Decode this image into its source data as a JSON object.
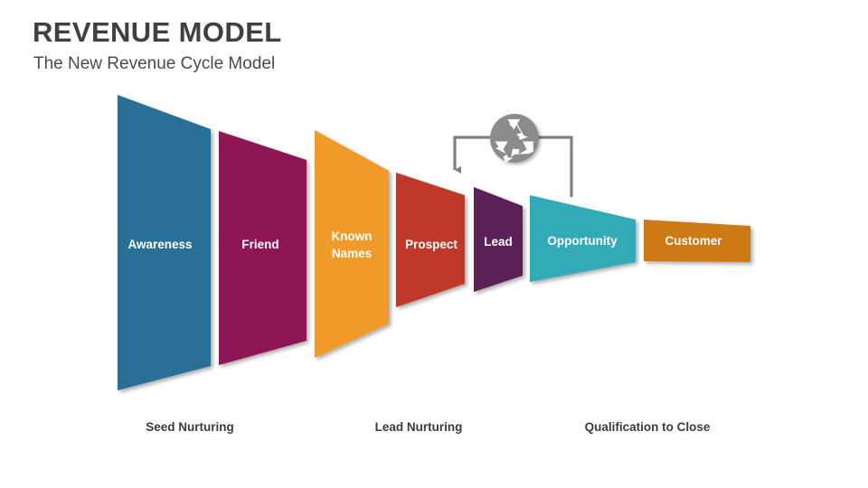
{
  "title": "REVENUE MODEL",
  "subtitle": "The New Revenue Cycle Model",
  "colors": {
    "title": "#404040",
    "subtitle": "#4a4a4a",
    "phase_label": "#3b3b3b",
    "connector": "#808080",
    "recycle_icon": "#8c8c8c",
    "background": "#ffffff"
  },
  "funnel": {
    "stages": [
      {
        "label": "Awareness",
        "color": "#2b7096"
      },
      {
        "label": "Friend",
        "color": "#8e1255"
      },
      {
        "label": "Known",
        "label2": "Names",
        "color": "#f09a2b"
      },
      {
        "label": "Prospect",
        "color": "#c0392b"
      },
      {
        "label": "Lead",
        "color": "#5c2058"
      },
      {
        "label": "Opportunity",
        "color": "#30aab8"
      },
      {
        "label": "Customer",
        "color": "#cc7a15"
      }
    ]
  },
  "phases": [
    {
      "label": "Seed Nurturing"
    },
    {
      "label": "Lead Nurturing"
    },
    {
      "label": "Qualification to Close"
    }
  ],
  "icons": {
    "recycle": "recycle-icon"
  }
}
